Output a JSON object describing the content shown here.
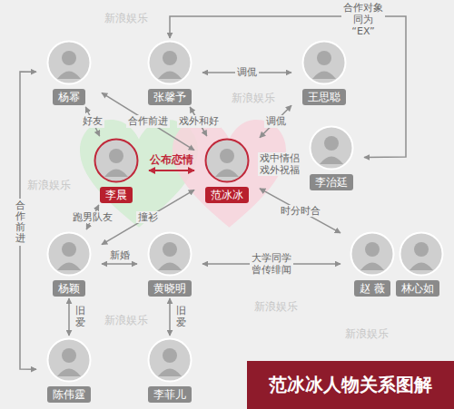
{
  "diagram": {
    "title": "范冰冰人物关系图解",
    "nodes": [
      {
        "text": [
          "杨幂"
        ]
      },
      {
        "text": [
          "张馨予"
        ]
      },
      {
        "text": [
          "王思聪"
        ]
      },
      {
        "text": [
          "李晨"
        ]
      },
      {
        "text": [
          "范冰冰"
        ]
      },
      {
        "text": [
          "李治廷"
        ]
      },
      {
        "text": [
          "杨颖"
        ]
      },
      {
        "text": [
          "黄晓明"
        ]
      },
      {
        "text": [
          "赵 薇",
          "林心如"
        ]
      },
      {
        "text": [
          "陈伟霆"
        ]
      },
      {
        "text": [
          "李菲儿"
        ]
      }
    ],
    "edges": [
      {
        "from": 1,
        "to": 5,
        "arrow": "both",
        "label": "合作对象 同为“EX”"
      },
      {
        "from": 1,
        "to": 2,
        "arrow": "both",
        "label": "调侃"
      },
      {
        "from": 4,
        "to": 2,
        "arrow": "both",
        "label": "调侃"
      },
      {
        "from": 1,
        "to": 4,
        "arrow": "both",
        "label": "戏外和好"
      },
      {
        "from": 0,
        "to": 4,
        "arrow": "both",
        "label": "合作前进"
      },
      {
        "from": 0,
        "to": 3,
        "arrow": "both",
        "label": "好友"
      },
      {
        "from": 3,
        "to": 4,
        "arrow": "both",
        "label": "公布恋情"
      },
      {
        "from": 4,
        "to": 5,
        "arrow": "both",
        "label": "戏中情侣 戏外祝福"
      },
      {
        "from": 3,
        "to": 6,
        "arrow": "both",
        "label": "跑男队友"
      },
      {
        "from": 4,
        "to": 6,
        "arrow": "both",
        "label": "撞衫"
      },
      {
        "from": 4,
        "to": 8,
        "arrow": "both",
        "label": "时分时合"
      },
      {
        "from": 6,
        "to": 7,
        "arrow": "both",
        "label": "新婚"
      },
      {
        "from": 7,
        "to": 8,
        "arrow": "both",
        "label": "大学同学 曾传绯闻"
      },
      {
        "from": 0,
        "to": 9,
        "arrow": "both",
        "label": "合作前进"
      },
      {
        "from": 6,
        "to": 9,
        "arrow": "both",
        "label": "旧爱"
      },
      {
        "from": 7,
        "to": 10,
        "arrow": "both",
        "label": "旧爱"
      }
    ],
    "labels": [
      "新浪娱乐",
      "新浪娱乐",
      "新浪娱乐",
      "新浪娱乐",
      "新浪娱乐",
      "新浪娱乐"
    ]
  }
}
